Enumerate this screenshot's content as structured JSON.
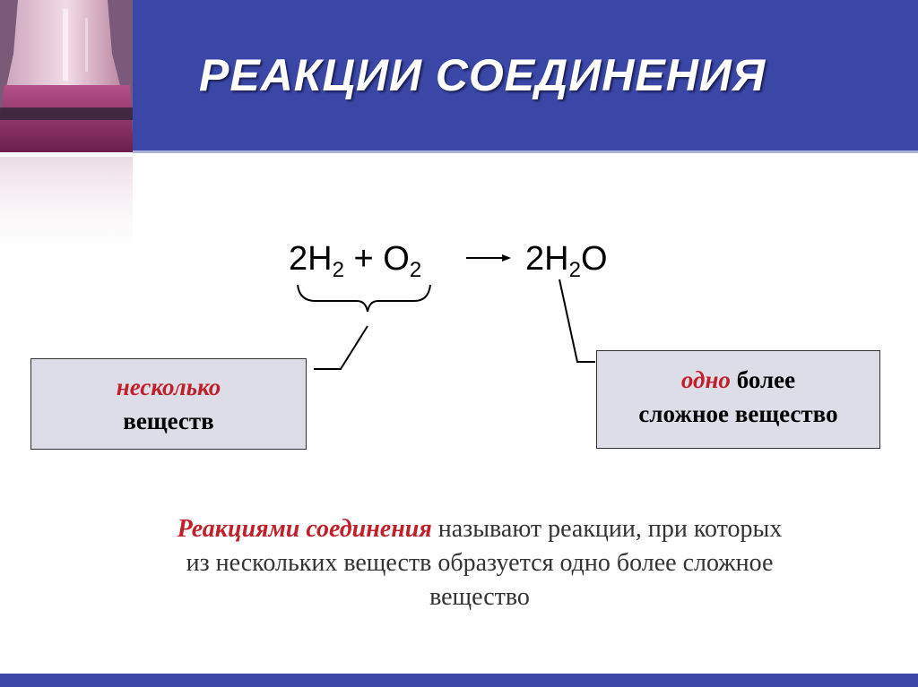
{
  "slide": {
    "title": "РЕАКЦИИ СОЕДИНЕНИЯ",
    "equation": {
      "r1_coef": "2H",
      "r1_sub": "2",
      "plus": " + O",
      "r2_sub": "2",
      "p_coef": "2H",
      "p_sub": "2",
      "p_tail": "O"
    },
    "left_box": {
      "highlight": "несколько",
      "text": "веществ"
    },
    "right_box": {
      "highlight": "одно",
      "text1": "более",
      "text2": "сложное вещество"
    },
    "definition": {
      "term": "Реакциями соединения",
      "line1_rest": "называют реакции, при которых",
      "line2": "из нескольких веществ образуется одно более сложное",
      "line3": "вещество"
    }
  },
  "colors": {
    "header": "#3a47a6",
    "accent_red": "#c0202a",
    "box_bg": "#dddde8"
  }
}
